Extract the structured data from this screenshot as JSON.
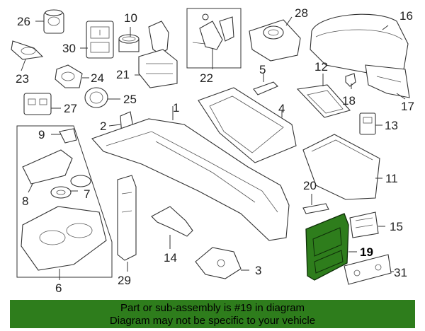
{
  "highlight_color": "#2e7d1c",
  "highlighted_part": "19",
  "callouts": {
    "c1": "1",
    "c2": "2",
    "c3": "3",
    "c4": "4",
    "c5": "5",
    "c6": "6",
    "c7": "7",
    "c8": "8",
    "c9": "9",
    "c10": "10",
    "c11": "11",
    "c12": "12",
    "c13": "13",
    "c14": "14",
    "c15": "15",
    "c16": "16",
    "c17": "17",
    "c18": "18",
    "c19": "19",
    "c20": "20",
    "c21": "21",
    "c22": "22",
    "c23": "23",
    "c24": "24",
    "c25": "25",
    "c26": "26",
    "c27": "27",
    "c28": "28",
    "c29": "29",
    "c30": "30",
    "c31": "31"
  },
  "caption": {
    "line1": "Part or sub-assembly is #19 in diagram",
    "line2": "Diagram may not be specific to your vehicle"
  }
}
